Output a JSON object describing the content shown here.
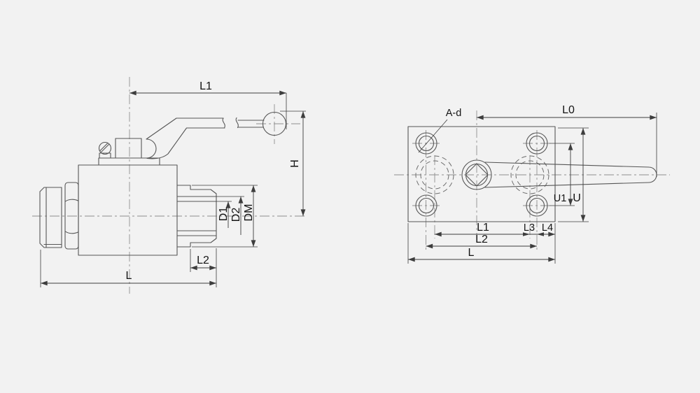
{
  "drawing": {
    "type": "engineering-drawing",
    "subject": "ball-valve two-view dimensional drawing",
    "background_color": "#f2f2f2",
    "outline_color": "#565656",
    "dimension_color": "#3d3d3d",
    "centerline_color": "#8f8f8f",
    "text_color": "#141414"
  },
  "side_view": {
    "labels": {
      "l1": "L1",
      "h": "H",
      "d1": "D1",
      "d2": "D2",
      "dm": "DM",
      "l2": "L2",
      "l": "L"
    }
  },
  "top_view": {
    "labels": {
      "a_d": "A-d",
      "l0": "L0",
      "u1": "U1",
      "u": "U",
      "l1": "L1",
      "l3": "L3",
      "l4": "L4",
      "l2": "L2",
      "l": "L"
    }
  }
}
